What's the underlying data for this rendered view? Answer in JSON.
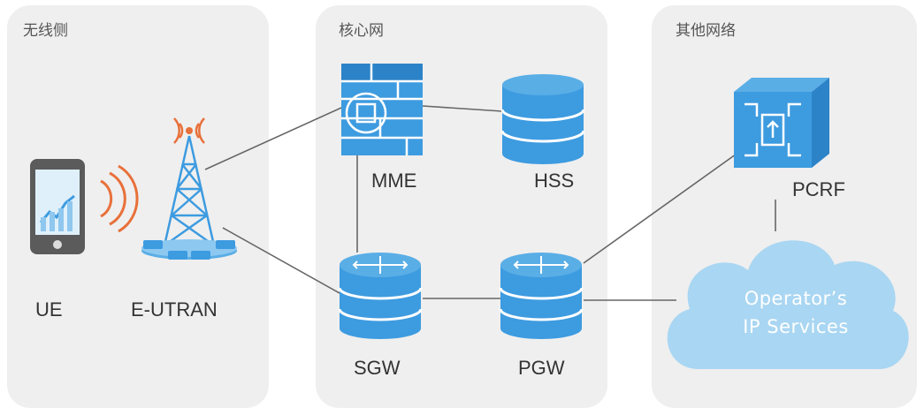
{
  "panels": {
    "wireless": {
      "title": "无线侧"
    },
    "core": {
      "title": "核心网"
    },
    "other": {
      "title": "其他网络"
    }
  },
  "nodes": {
    "ue": "UE",
    "eutran": "E-UTRAN",
    "mme": "MME",
    "hss": "HSS",
    "sgw": "SGW",
    "pgw": "PGW",
    "pcrf": "PCRF",
    "cloud_line1": "Operator’s",
    "cloud_line2": "IP Services"
  },
  "colors": {
    "panel_bg": "#efefef",
    "node_blue": "#3d9be0",
    "cloud_blue": "#a9d6f2",
    "signal_orange": "#e8703a",
    "link_gray": "#666666"
  },
  "icons": [
    "phone-icon",
    "signal-waves-icon",
    "tower-icon",
    "firewall-icon",
    "database-icon",
    "router-icon",
    "pcrf-icon",
    "cloud-icon"
  ]
}
